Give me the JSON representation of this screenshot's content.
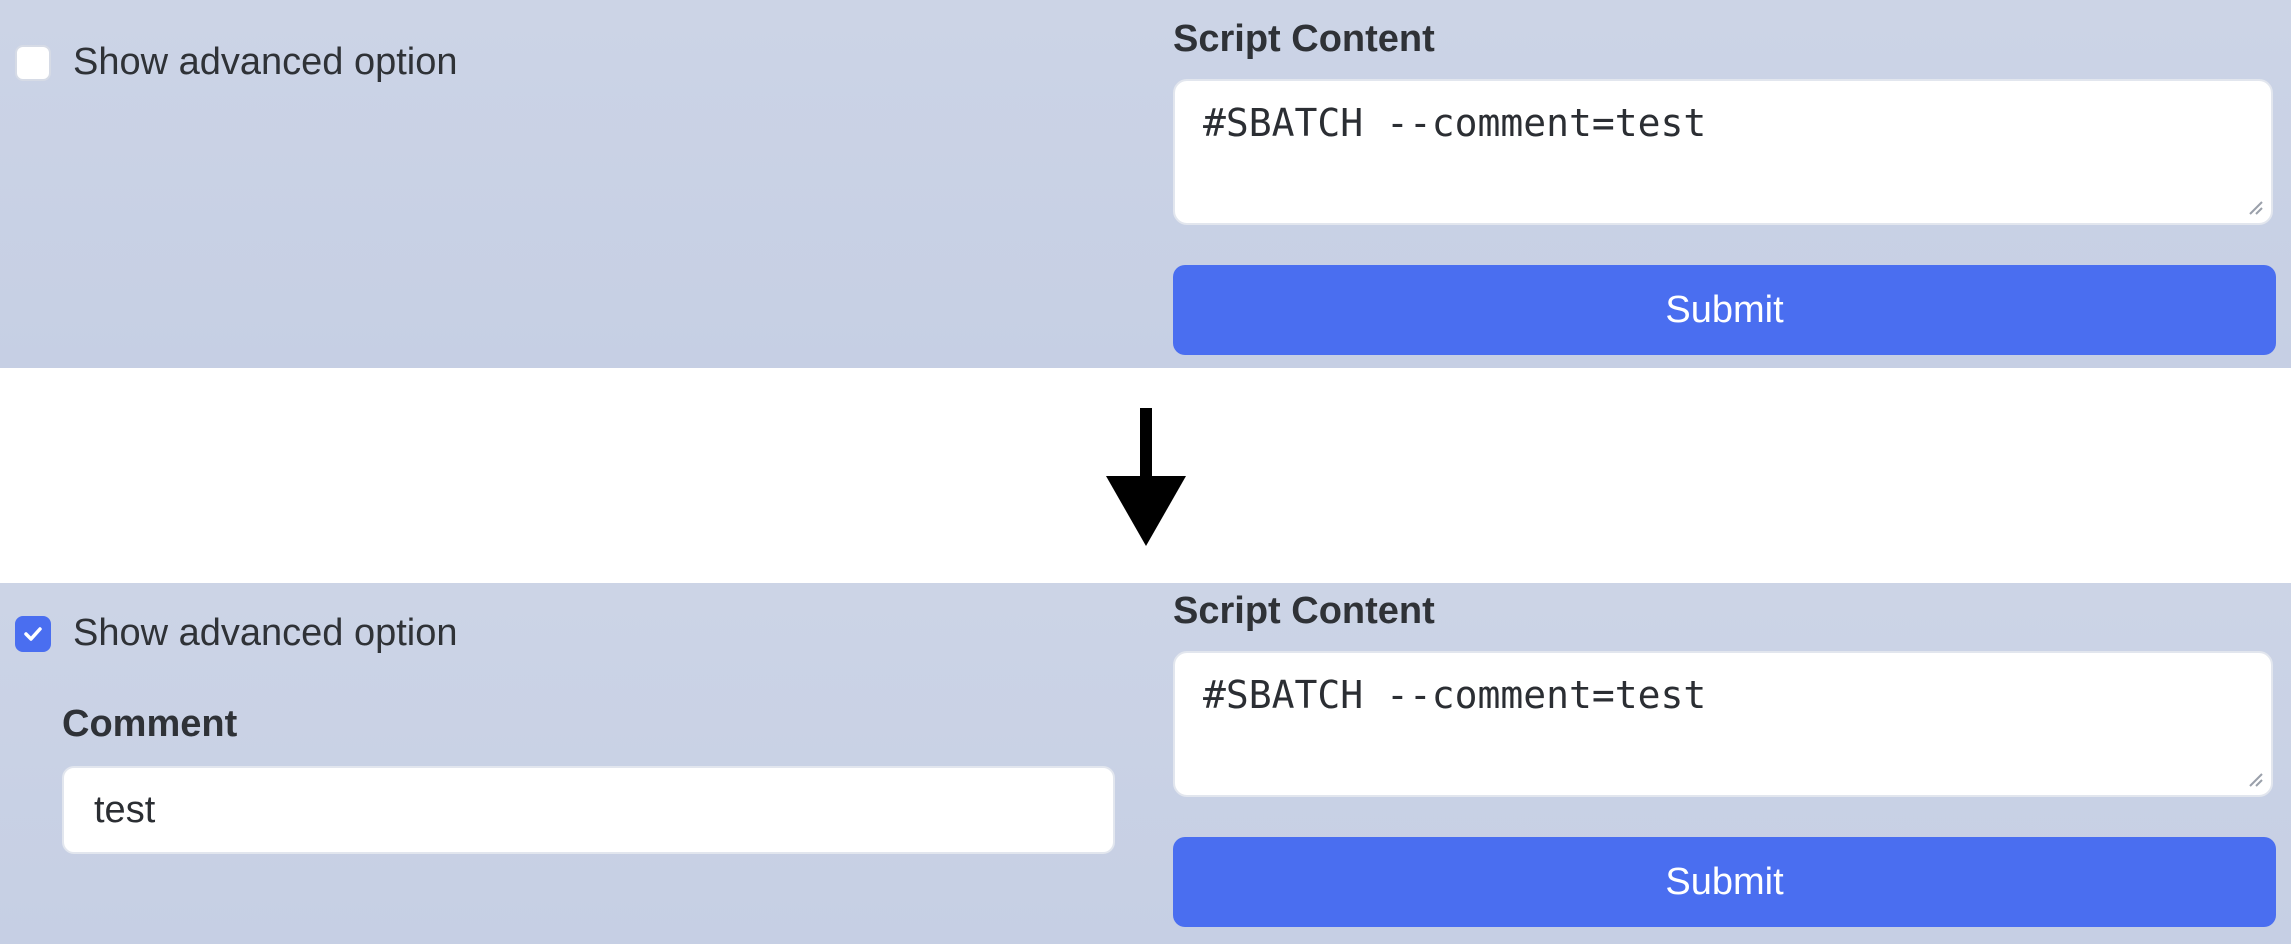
{
  "before": {
    "checkbox_label": "Show advanced option",
    "checked": false,
    "script_label": "Script Content",
    "script_value": "#SBATCH --comment=test",
    "submit_label": "Submit"
  },
  "after": {
    "checkbox_label": "Show advanced option",
    "checked": true,
    "comment_label": "Comment",
    "comment_value": "test",
    "script_label": "Script Content",
    "script_value": "#SBATCH --comment=test",
    "submit_label": "Submit"
  },
  "colors": {
    "accent": "#4a6ef0",
    "panel_bg": "#c9d2e6"
  },
  "icons": {
    "transition": "arrow-down-icon",
    "check": "checkmark-icon"
  }
}
